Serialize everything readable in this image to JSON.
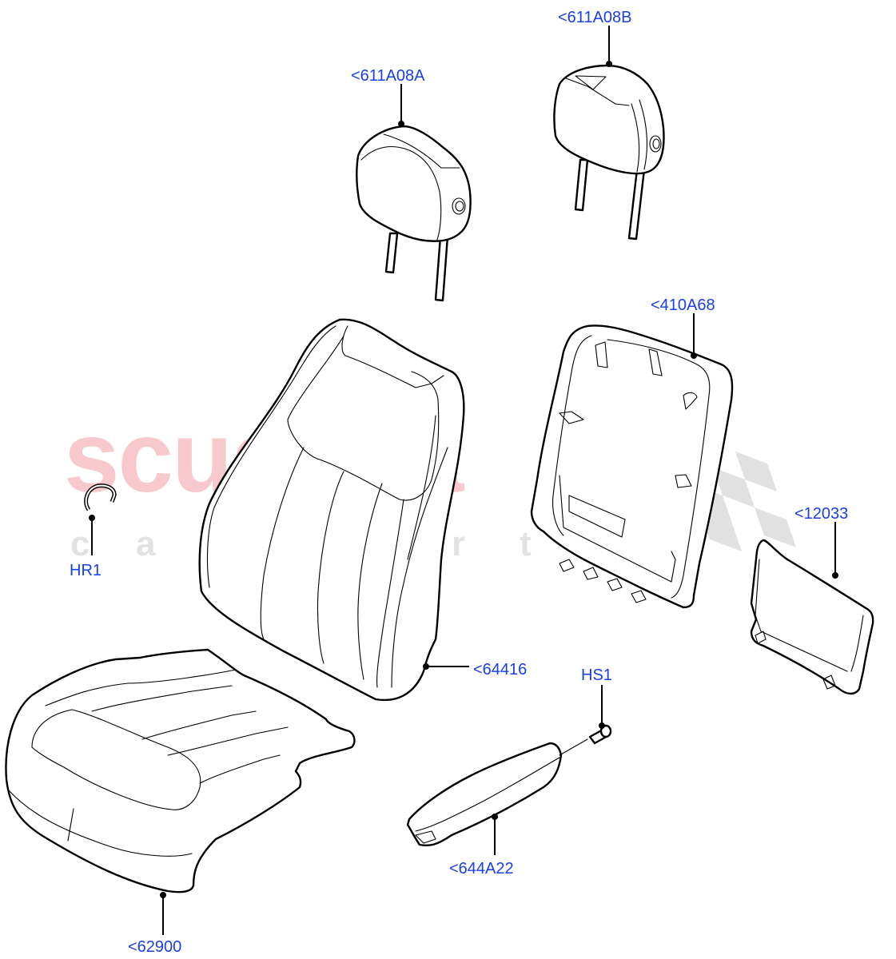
{
  "diagram": {
    "title": "Front Seat Trim / Headrest / Armrest exploded view",
    "watermark": {
      "main": "scuderia",
      "sub": [
        "c",
        "a",
        "r",
        "p",
        "a",
        "r",
        "t",
        "s"
      ],
      "main_color": "#f7c9cc",
      "sub_color": "#e2e2e2",
      "checker_color": "#dcdcdc"
    },
    "label_color": "#1a3ee8",
    "callouts": [
      {
        "id": "611A08A",
        "text": "<611A08A",
        "part": "headrest-left"
      },
      {
        "id": "611A08B",
        "text": "<611A08B",
        "part": "headrest-right"
      },
      {
        "id": "410A68",
        "text": "<410A68",
        "part": "seat-back-panel"
      },
      {
        "id": "12033",
        "text": "<12033",
        "part": "map-pocket-panel"
      },
      {
        "id": "HR1",
        "text": "HR1",
        "part": "hog-ring"
      },
      {
        "id": "64416",
        "text": "<64416",
        "part": "seat-back-cover"
      },
      {
        "id": "HS1",
        "text": "HS1",
        "part": "armrest-screw"
      },
      {
        "id": "644A22",
        "text": "<644A22",
        "part": "armrest"
      },
      {
        "id": "62900",
        "text": "<62900",
        "part": "seat-cushion-cover"
      }
    ]
  }
}
